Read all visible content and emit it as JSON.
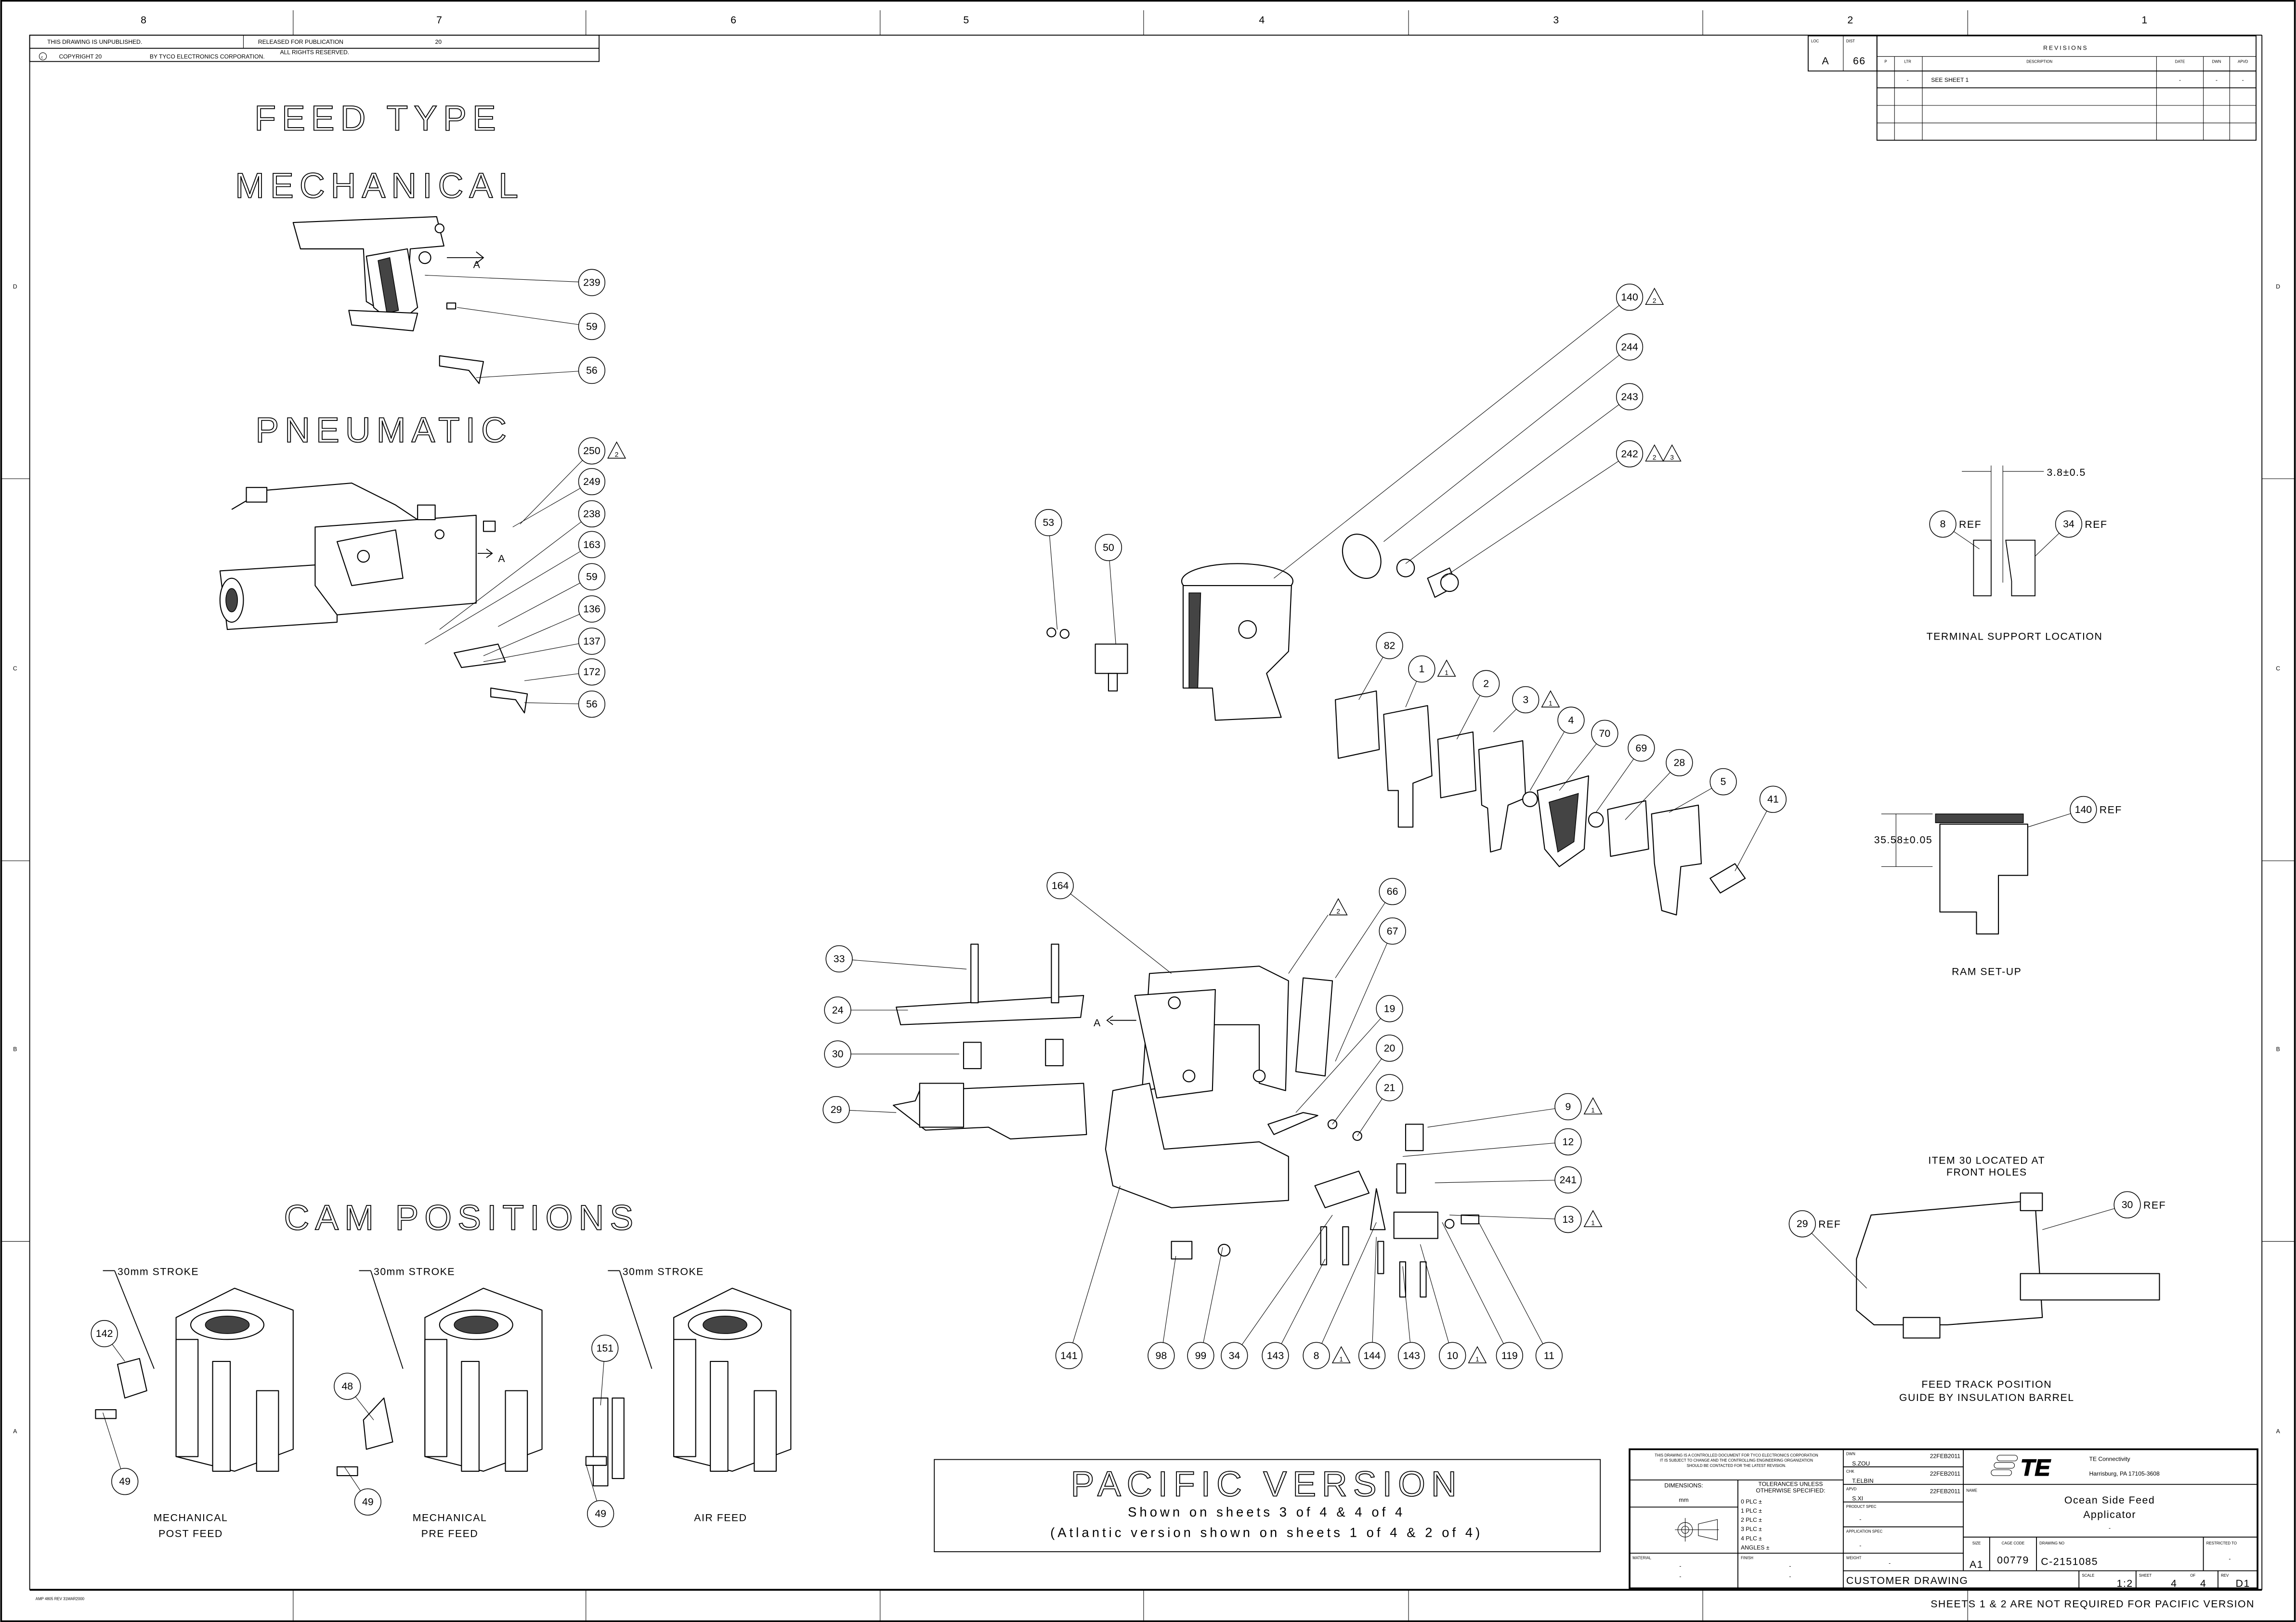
{
  "header": {
    "unpublished": "THIS DRAWING IS UNPUBLISHED.",
    "released": "RELEASED FOR PUBLICATION",
    "released_year": "20",
    "copyright": "COPYRIGHT 20",
    "copyright_by": "BY TYCO ELECTRONICS CORPORATION.",
    "rights": "ALL RIGHTS RESERVED."
  },
  "zones": {
    "columns": [
      "8",
      "7",
      "6",
      "5",
      "4",
      "3",
      "2",
      "1"
    ],
    "rows": [
      "D",
      "C",
      "B",
      "A"
    ]
  },
  "revisions": {
    "loc_label": "LOC",
    "loc": "A",
    "dist_label": "DIST",
    "dist": "66",
    "title": "REVISIONS",
    "columns": [
      "P",
      "LTR",
      "DESCRIPTION",
      "DATE",
      "DWN",
      "APVD"
    ],
    "rows": [
      [
        "",
        "-",
        "SEE SHEET 1",
        "-",
        "-",
        "-"
      ]
    ]
  },
  "views": {
    "feed_type": "FEED TYPE",
    "mechanical": "MECHANICAL",
    "pneumatic": "PNEUMATIC",
    "view_a": "A",
    "cam_positions": "CAM POSITIONS",
    "stroke": "30mm STROKE",
    "cam_labels": [
      [
        "MECHANICAL",
        "POST FEED"
      ],
      [
        "MECHANICAL",
        "PRE FEED"
      ],
      [
        "AIR FEED"
      ]
    ],
    "terminal_dim": "3.8±0.5",
    "terminal_support": "TERMINAL SUPPORT LOCATION",
    "ram_dim": "35.58±0.05",
    "ram_setup": "RAM SET-UP",
    "item30_line1": "ITEM 30 LOCATED AT",
    "item30_line2": "FRONT HOLES",
    "feed_track_line1": "FEED TRACK POSITION",
    "feed_track_line2": "GUIDE BY INSULATION BARREL",
    "note_flag": "2"
  },
  "pacific": {
    "title": "PACIFIC VERSION",
    "line1": "Shown on sheets 3 of 4 & 4 of 4",
    "line2": "(Atlantic version shown on sheets 1 of 4 & 2 of 4)"
  },
  "balloons": [
    {
      "label": "239"
    },
    {
      "label": "59"
    },
    {
      "label": "56"
    },
    {
      "label": "250",
      "flags": [
        "2"
      ]
    },
    {
      "label": "249"
    },
    {
      "label": "238"
    },
    {
      "label": "163"
    },
    {
      "label": "59"
    },
    {
      "label": "136"
    },
    {
      "label": "137"
    },
    {
      "label": "172"
    },
    {
      "label": "56"
    },
    {
      "label": "140",
      "flags": [
        "2"
      ]
    },
    {
      "label": "244"
    },
    {
      "label": "243"
    },
    {
      "label": "242",
      "flags": [
        "2",
        "3"
      ]
    },
    {
      "label": "53"
    },
    {
      "label": "50"
    },
    {
      "label": "82"
    },
    {
      "label": "1",
      "flags": [
        "1"
      ]
    },
    {
      "label": "2"
    },
    {
      "label": "3",
      "flags": [
        "1"
      ]
    },
    {
      "label": "4"
    },
    {
      "label": "70"
    },
    {
      "label": "69"
    },
    {
      "label": "28"
    },
    {
      "label": "5"
    },
    {
      "label": "41"
    },
    {
      "label": "164"
    },
    {
      "label": "66"
    },
    {
      "label": "67"
    },
    {
      "label": "33"
    },
    {
      "label": "24"
    },
    {
      "label": "30"
    },
    {
      "label": "29"
    },
    {
      "label": "19"
    },
    {
      "label": "20"
    },
    {
      "label": "21"
    },
    {
      "label": "9",
      "flags": [
        "1"
      ]
    },
    {
      "label": "12"
    },
    {
      "label": "241"
    },
    {
      "label": "13",
      "flags": [
        "1"
      ]
    },
    {
      "label": "141"
    },
    {
      "label": "98"
    },
    {
      "label": "99"
    },
    {
      "label": "34"
    },
    {
      "label": "143"
    },
    {
      "label": "8",
      "flags": [
        "1"
      ]
    },
    {
      "label": "144"
    },
    {
      "label": "143"
    },
    {
      "label": "10",
      "flags": [
        "1"
      ]
    },
    {
      "label": "119"
    },
    {
      "label": "11"
    },
    {
      "label": "142"
    },
    {
      "label": "49"
    },
    {
      "label": "48"
    },
    {
      "label": "49"
    },
    {
      "label": "151"
    },
    {
      "label": "49"
    },
    {
      "label": "8",
      "suffix": "REF"
    },
    {
      "label": "34",
      "suffix": "REF"
    },
    {
      "label": "140",
      "suffix": "REF"
    },
    {
      "label": "29",
      "suffix": "REF"
    },
    {
      "label": "30",
      "suffix": "REF"
    }
  ],
  "title_block": {
    "notice": [
      "THIS DRAWING IS A CONTROLLED DOCUMENT FOR TYCO ELECTRONICS CORPORATION",
      "IT IS SUBJECT TO CHANGE AND THE CONTROLLING ENGINEERING ORGANIZATION",
      "SHOULD BE CONTACTED FOR THE LATEST REVISION."
    ],
    "dimensions_label": "DIMENSIONS:",
    "dimensions_unit": "mm",
    "tolerances_label": [
      "TOLERANCES UNLESS",
      "OTHERWISE SPECIFIED:"
    ],
    "tolerances": [
      "0 PLC  ±",
      "1 PLC  ±",
      "2 PLC  ±",
      "3 PLC  ±",
      "4 PLC  ±",
      "ANGLES      ±"
    ],
    "material_label": "MATERIAL",
    "material": [
      "-",
      "-"
    ],
    "finish_label": "FINISH",
    "finish": [
      "-",
      "-"
    ],
    "dwn_label": "DWN",
    "dwn": "S.ZOU",
    "dwn_date": "22FEB2011",
    "chk_label": "CHK",
    "chk": "T.ELBIN",
    "chk_date": "22FEB2011",
    "apvd_label": "APVD",
    "apvd": "S.XI",
    "apvd_date": "22FEB2011",
    "product_spec_label": "PRODUCT SPEC",
    "product_spec": "-",
    "application_spec_label": "APPLICATION SPEC",
    "application_spec": "-",
    "weight_label": "WEIGHT",
    "weight": "-",
    "customer_drawing": "CUSTOMER DRAWING",
    "company": "TE Connectivity",
    "address": "Harrisburg, PA 17105-3608",
    "logo_text": "TE",
    "name_label": "NAME",
    "name_line1": "Ocean Side Feed",
    "name_line2": "Applicator",
    "name_line3": "-",
    "size_label": "SIZE",
    "size": "A1",
    "cage_code_label": "CAGE CODE",
    "cage_code": "00779",
    "drawing_no_label": "DRAWING NO",
    "drawing_no": "C-2151085",
    "restricted_label": "RESTRICTED TO",
    "restricted": "-",
    "scale_label": "SCALE",
    "scale": "1:2",
    "sheet_label": "SHEET",
    "sheet": "4",
    "of_label": "OF",
    "of": "4",
    "rev_label": "REV",
    "rev": "D1"
  },
  "footer": {
    "note": "SHEETS 1 & 2 ARE NOT REQUIRED FOR PACIFIC VERSION",
    "form": "AMP 4805 REV 31MAR2000"
  }
}
